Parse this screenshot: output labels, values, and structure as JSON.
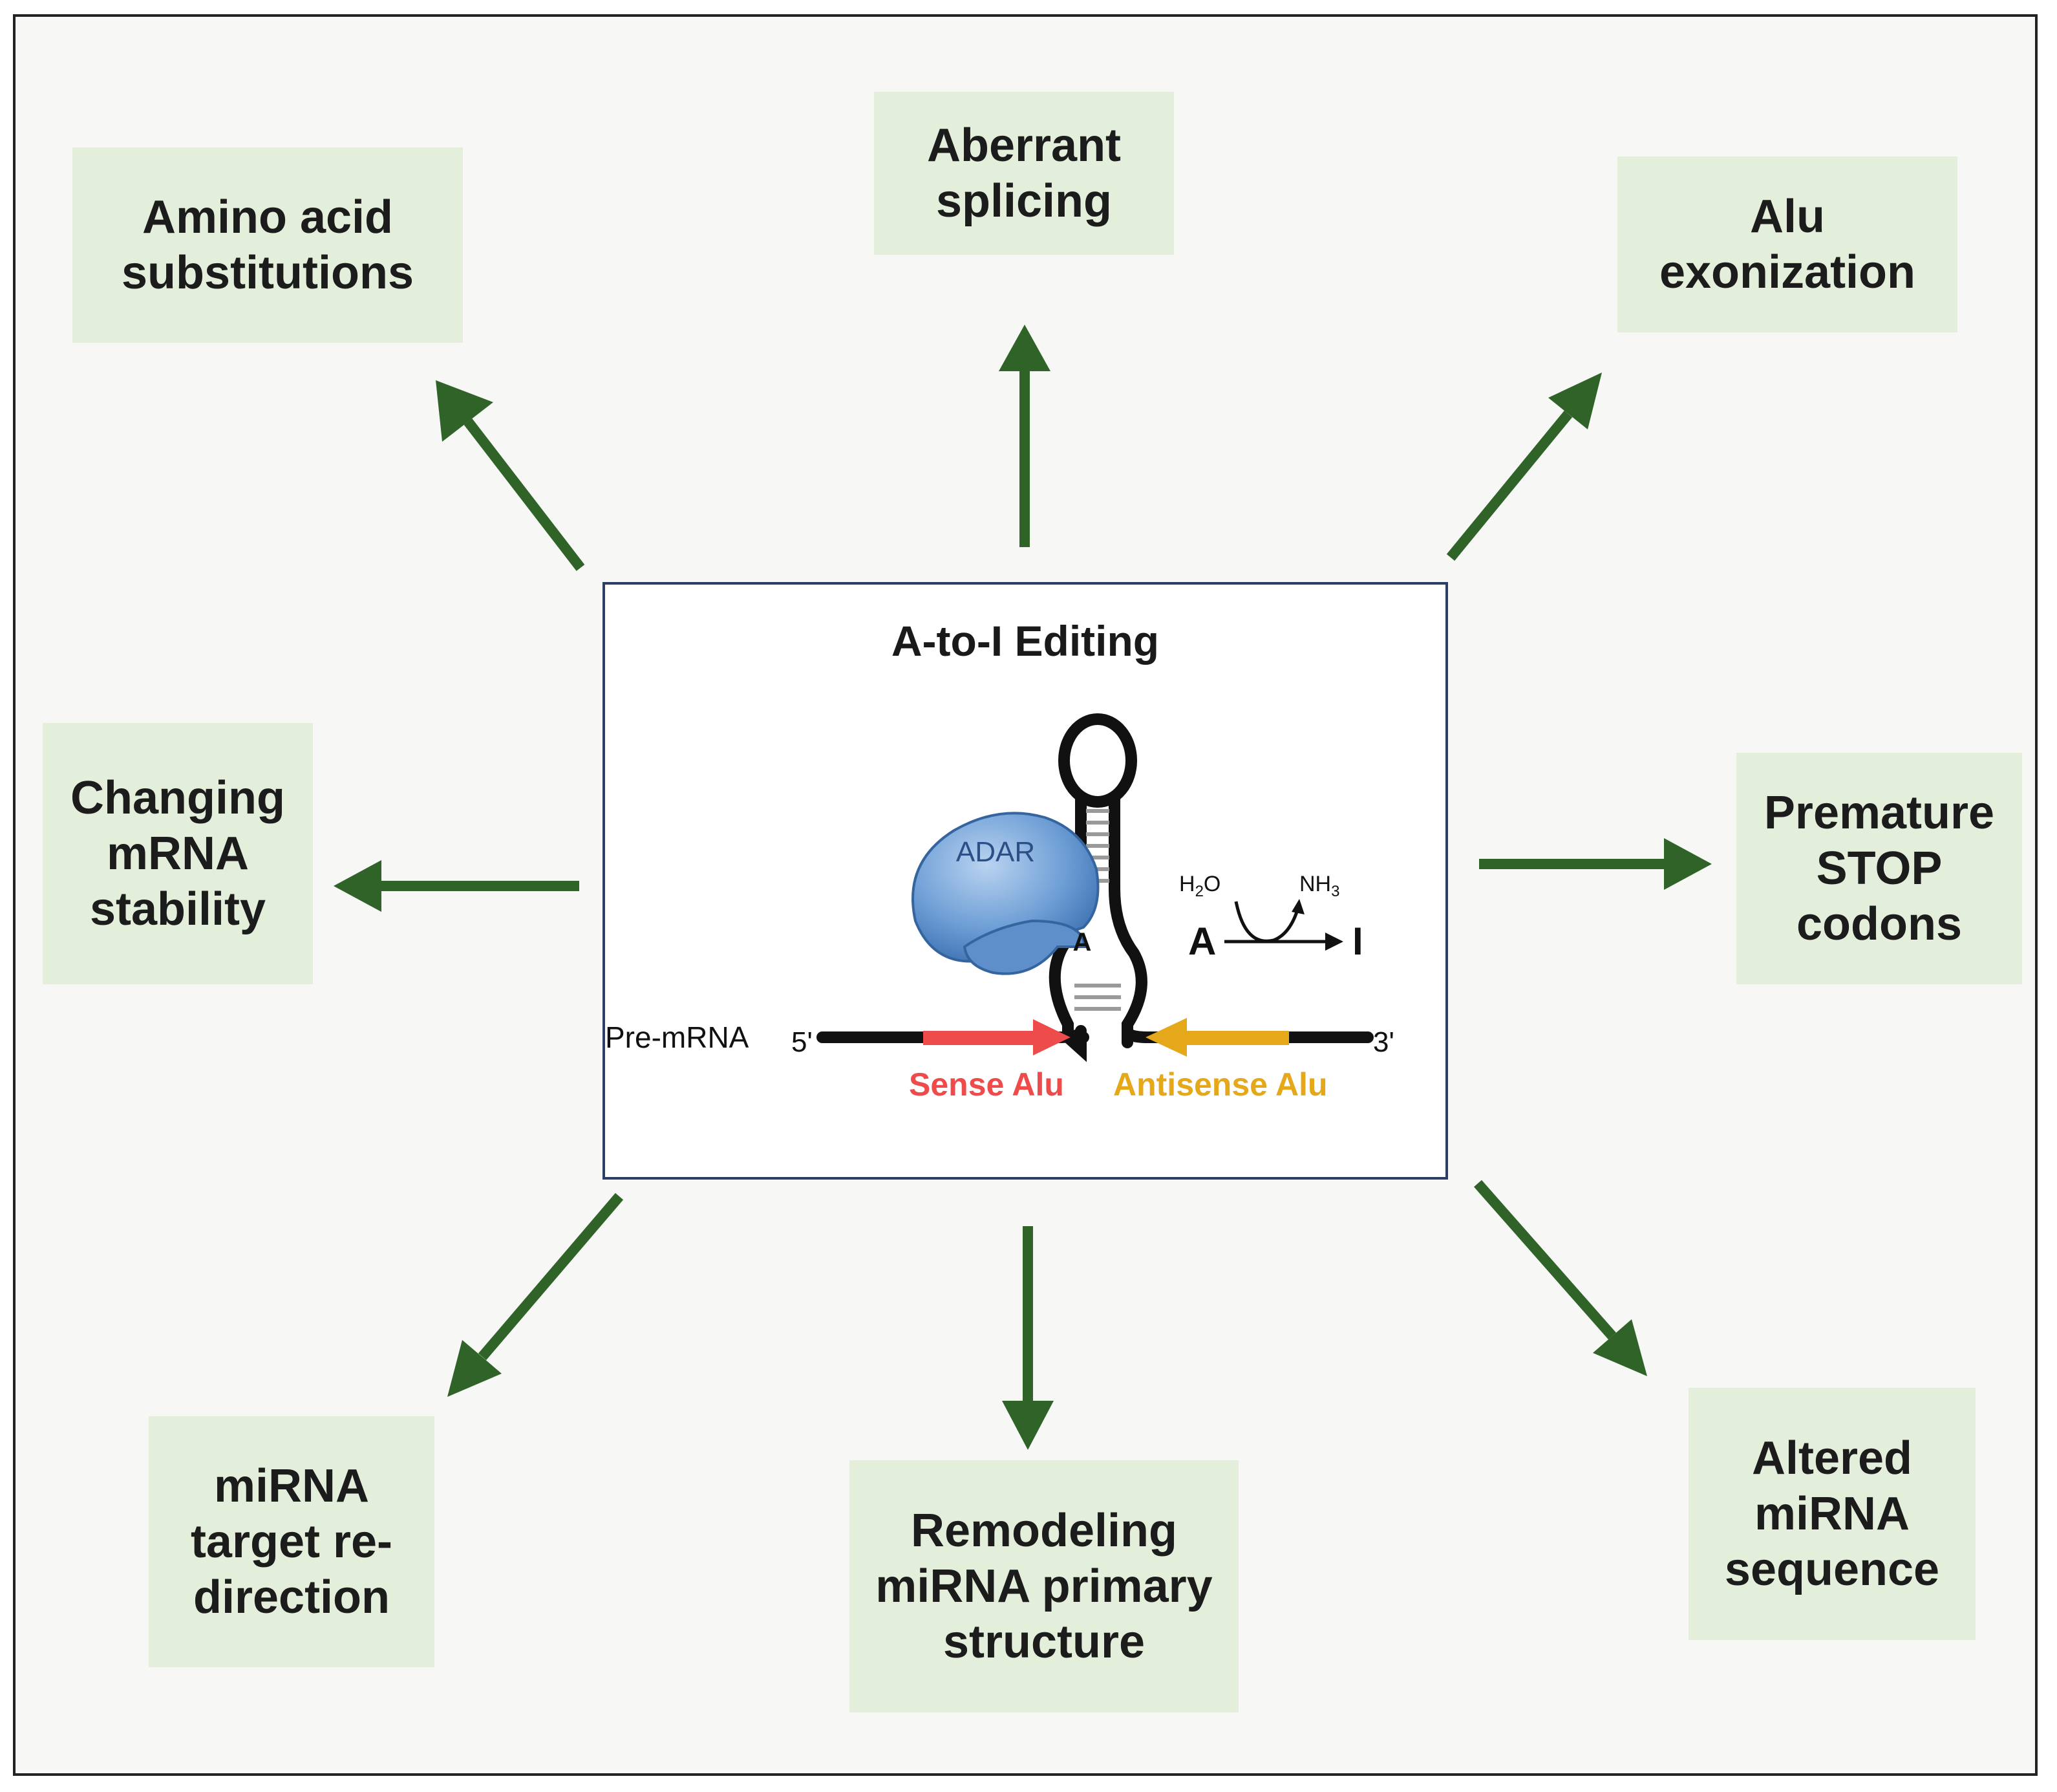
{
  "colors": {
    "arrow": "#2f6328",
    "outcome_fill": "#e3efdb",
    "sense_alu": "#ee4b4b",
    "antisense_alu": "#e4a81a",
    "adar": "#6f9fd6",
    "frame_border": "#2c3e66"
  },
  "center": {
    "title": "A-to-I Editing",
    "adar_label": "ADAR",
    "edited_base": "A",
    "water": "H",
    "water_sub": "2",
    "water_o": "O",
    "ammonia": "NH",
    "ammonia_sub": "3",
    "reaction_from": "A",
    "reaction_to": "I",
    "pre_mrna_label": "Pre-mRNA",
    "five_prime": "5'",
    "three_prime": "3'",
    "sense_alu": "Sense Alu",
    "antisense_alu": "Antisense Alu"
  },
  "outcomes": {
    "amino_acid": "Amino acid\nsubstitutions",
    "aberrant_splicing": "Aberrant\nsplicing",
    "alu_exonization": "Alu\nexonization",
    "mrna_stability": "Changing\nmRNA\nstability",
    "premature_stop": "Premature\nSTOP\ncodons",
    "mirna_target": "miRNA\ntarget re-\ndirection",
    "mirna_remodeling": "Remodeling\nmiRNA primary\nstructure",
    "mirna_sequence": "Altered\nmiRNA\nsequence"
  }
}
